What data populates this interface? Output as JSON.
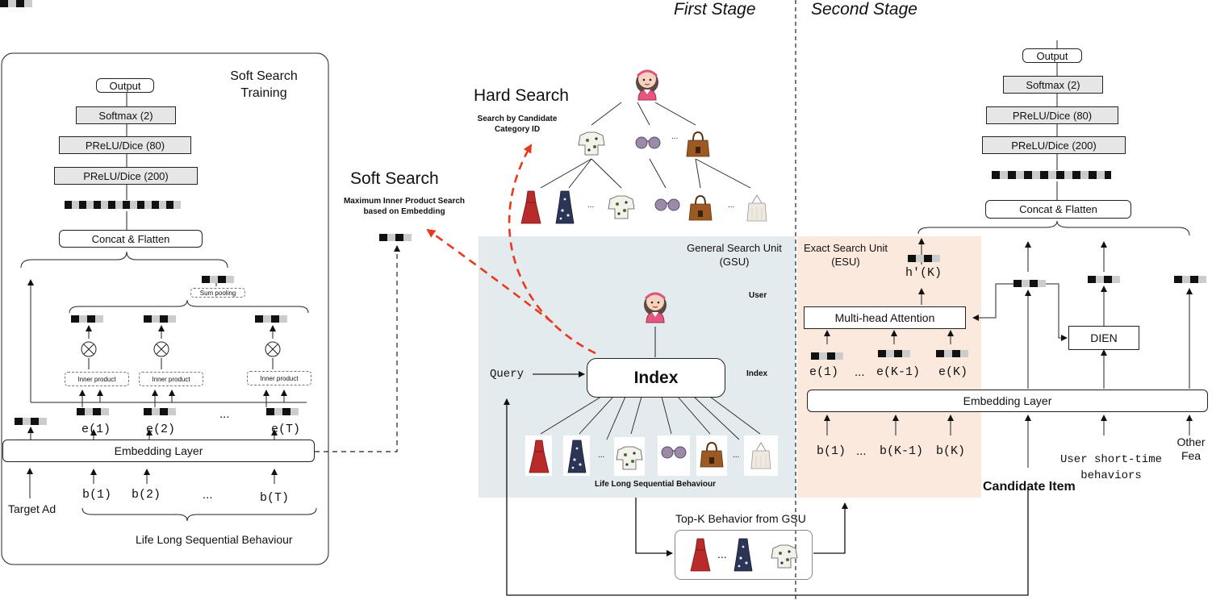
{
  "stages": {
    "first": "First Stage",
    "second": "Second Stage"
  },
  "soft_training": {
    "title_line1": "Soft Search",
    "title_line2": "Training",
    "output": "Output",
    "softmax": "Softmax (2)",
    "prelu80": "PReLU/Dice (80)",
    "prelu200": "PReLU/Dice (200)",
    "concat": "Concat & Flatten",
    "sum_pooling": "Sum pooling",
    "inner_product": "Inner product",
    "embedding": "Embedding Layer",
    "e1": "e(1)",
    "e2": "e(2)",
    "eT": "e(T)",
    "b1": "b(1)",
    "b2": "b(2)",
    "bT": "b(T)",
    "ellipsis": "...",
    "target_ad": "Target Ad",
    "lifelong": "Life Long Sequential Behaviour"
  },
  "hard_search": {
    "title": "Hard Search",
    "sub_line1": "Search by Candidate",
    "sub_line2": "Category ID",
    "ellipsis": "..."
  },
  "soft_search": {
    "title": "Soft Search",
    "sub_line1": "Maximum Inner Product Search",
    "sub_line2": "based on Embedding"
  },
  "gsu": {
    "title_line1": "General Search Unit",
    "title_line2": "(GSU)",
    "user": "User",
    "index_side": "Index",
    "index_box": "Index",
    "query": "Query",
    "lifelong": "Life Long Sequential Behaviour",
    "ellipsis": "..."
  },
  "topk": {
    "label": "Top-K Behavior from GSU",
    "ellipsis": "..."
  },
  "esu": {
    "title_line1": "Exact Search Unit",
    "title_line2": "(ESU)",
    "hk": "h′(K)",
    "mha": "Multi-head Attention",
    "e1": "e(1)",
    "eK1": "e(K-1)",
    "eK": "e(K)",
    "b1": "b(1)",
    "bK1": "b(K-1)",
    "bK": "b(K)",
    "ellipsis": "...",
    "embedding": "Embedding Layer"
  },
  "second": {
    "output": "Output",
    "softmax": "Softmax (2)",
    "prelu80": "PReLU/Dice (80)",
    "prelu200": "PReLU/Dice (200)",
    "concat": "Concat & Flatten",
    "dien": "DIEN",
    "short_line1": "User short-time",
    "short_line2": "behaviors",
    "other_line1": "Other",
    "other_line2": "Fea",
    "candidate": "Candidate Item"
  },
  "colors": {
    "gsu_bg": "#e3ebee",
    "esu_bg": "#fbe9de",
    "red_arrow": "#e8391e",
    "box_gray": "#e6e6e6"
  },
  "icons": [
    "user-avatar-icon",
    "tshirt-icon",
    "sunglasses-icon",
    "handbag-icon",
    "dress-icon",
    "multiply-icon"
  ]
}
